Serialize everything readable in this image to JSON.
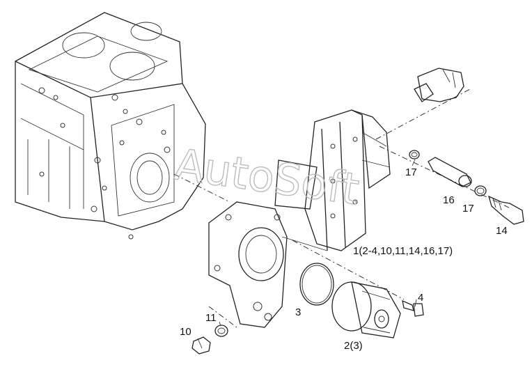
{
  "diagram": {
    "watermark": "AutoSoft",
    "callouts": [
      {
        "id": "17a",
        "text": "17"
      },
      {
        "id": "16",
        "text": "16"
      },
      {
        "id": "17b",
        "text": "17"
      },
      {
        "id": "14",
        "text": "14"
      },
      {
        "id": "1",
        "text": "1(2-4,10,11,14,16,17)"
      },
      {
        "id": "4",
        "text": "4"
      },
      {
        "id": "3",
        "text": "3"
      },
      {
        "id": "11",
        "text": "11"
      },
      {
        "id": "10",
        "text": "10"
      },
      {
        "id": "2",
        "text": "2(3)"
      }
    ]
  }
}
